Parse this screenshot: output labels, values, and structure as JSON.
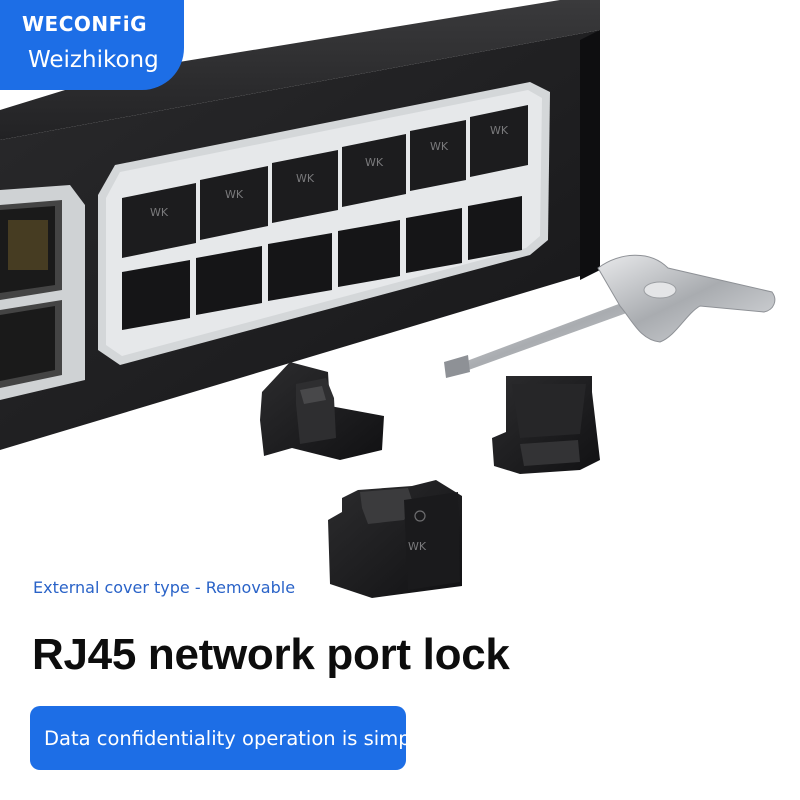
{
  "brand": {
    "logo_text": "WECONFiG",
    "name": "Weizhikong"
  },
  "product": {
    "subtitle": "External cover type - Removable",
    "headline": "RJ45 network port lock",
    "banner_text": "Data confidentiality operation is simpl"
  },
  "lock_marking": "WK",
  "colors": {
    "brand_blue": "#1d6ee6",
    "subtitle_blue": "#2a63c8",
    "headline_black": "#0d0d0d",
    "switch_body": "#1e1e20",
    "port_frame": "#cfd2d4",
    "key_silver": "#b9bcc0"
  }
}
